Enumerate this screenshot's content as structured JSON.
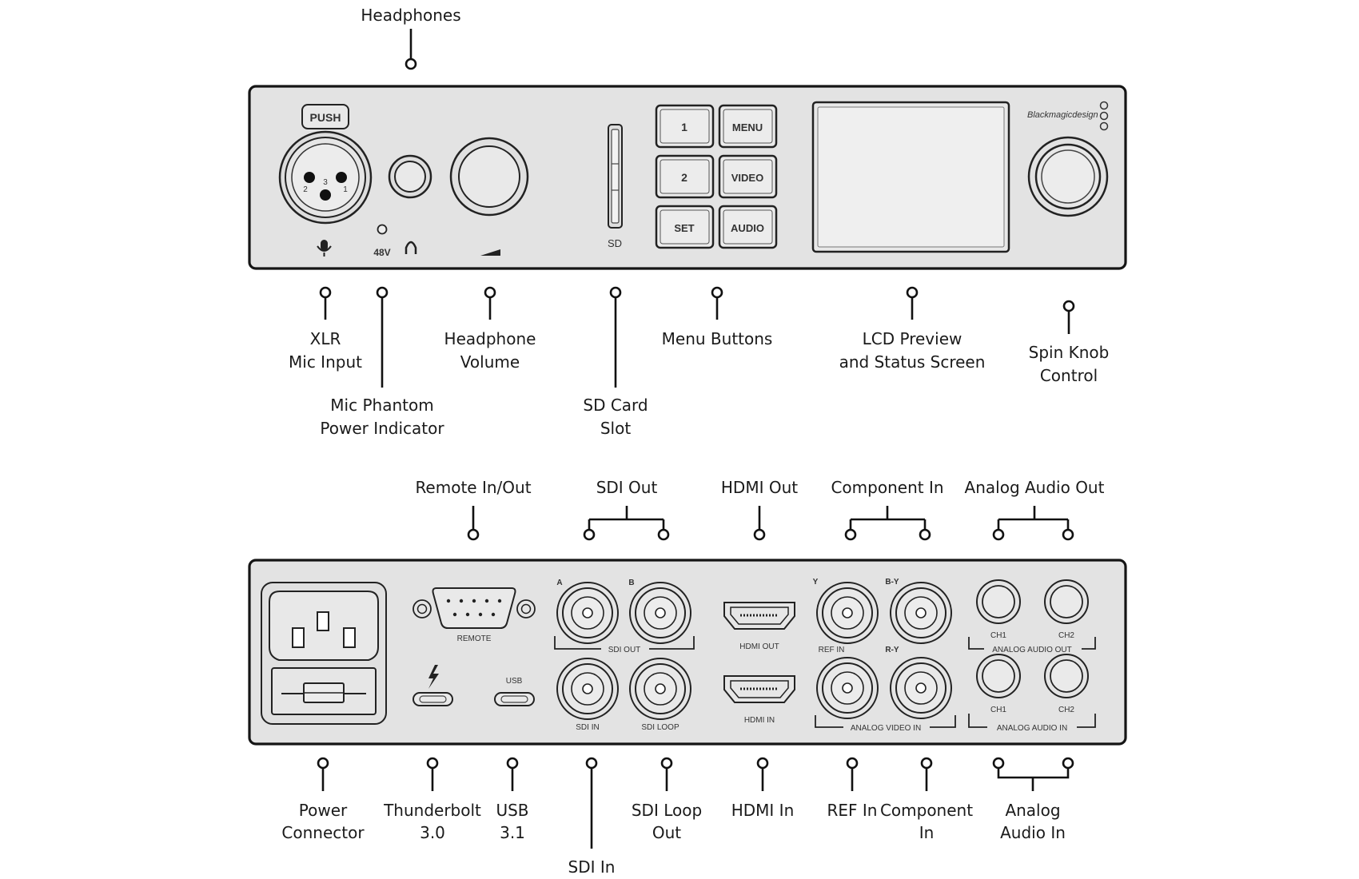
{
  "front_panel": {
    "labels": {
      "headphones": "Headphones",
      "xlr_mic_input": [
        "XLR",
        "Mic Input"
      ],
      "mic_phantom": [
        "Mic Phantom",
        "Power Indicator"
      ],
      "headphone_volume": [
        "Headphone",
        "Volume"
      ],
      "sd_card_slot": [
        "SD Card",
        "Slot"
      ],
      "menu_buttons": "Menu Buttons",
      "lcd_preview": [
        "LCD Preview",
        "and Status Screen"
      ],
      "spin_knob": [
        "Spin Knob",
        "Control"
      ]
    },
    "panel_text": {
      "push": "PUSH",
      "pin_2": "2",
      "pin_3": "3",
      "pin_1": "1",
      "phantom_48v": "48V",
      "sd": "SD",
      "brand": "Blackmagicdesign",
      "buttons": [
        "1",
        "MENU",
        "2",
        "VIDEO",
        "SET",
        "AUDIO"
      ]
    }
  },
  "rear_panel": {
    "labels": {
      "remote_in_out": "Remote In/Out",
      "sdi_out": "SDI Out",
      "hdmi_out": "HDMI Out",
      "component_in_top": "Component In",
      "analog_audio_out": "Analog Audio Out",
      "power_connector": [
        "Power",
        "Connector"
      ],
      "thunderbolt": [
        "Thunderbolt",
        "3.0"
      ],
      "usb": [
        "USB",
        "3.1"
      ],
      "sdi_in": "SDI In",
      "sdi_loop_out": [
        "SDI Loop",
        "Out"
      ],
      "hdmi_in": "HDMI In",
      "ref_in": "REF In",
      "component_in_bottom": [
        "Component",
        "In"
      ],
      "analog_audio_in": [
        "Analog",
        "Audio In"
      ]
    },
    "panel_text": {
      "remote": "REMOTE",
      "a": "A",
      "b": "B",
      "sdi_out": "SDI OUT",
      "sdi_in": "SDI IN",
      "sdi_loop": "SDI LOOP",
      "hdmi_out": "HDMI OUT",
      "hdmi_in": "HDMI IN",
      "usb": "USB",
      "y": "Y",
      "b_y": "B-Y",
      "ref_in": "REF IN",
      "r_y": "R-Y",
      "analog_video_in": "ANALOG VIDEO IN",
      "ch1_out": "CH1",
      "ch2_out": "CH2",
      "analog_audio_out": "ANALOG AUDIO OUT",
      "ch1_in": "CH1",
      "ch2_in": "CH2",
      "analog_audio_in": "ANALOG AUDIO IN"
    }
  },
  "colors": {
    "panel_fill": "#e3e3e3",
    "outline": "#151515",
    "background": "#ffffff"
  }
}
